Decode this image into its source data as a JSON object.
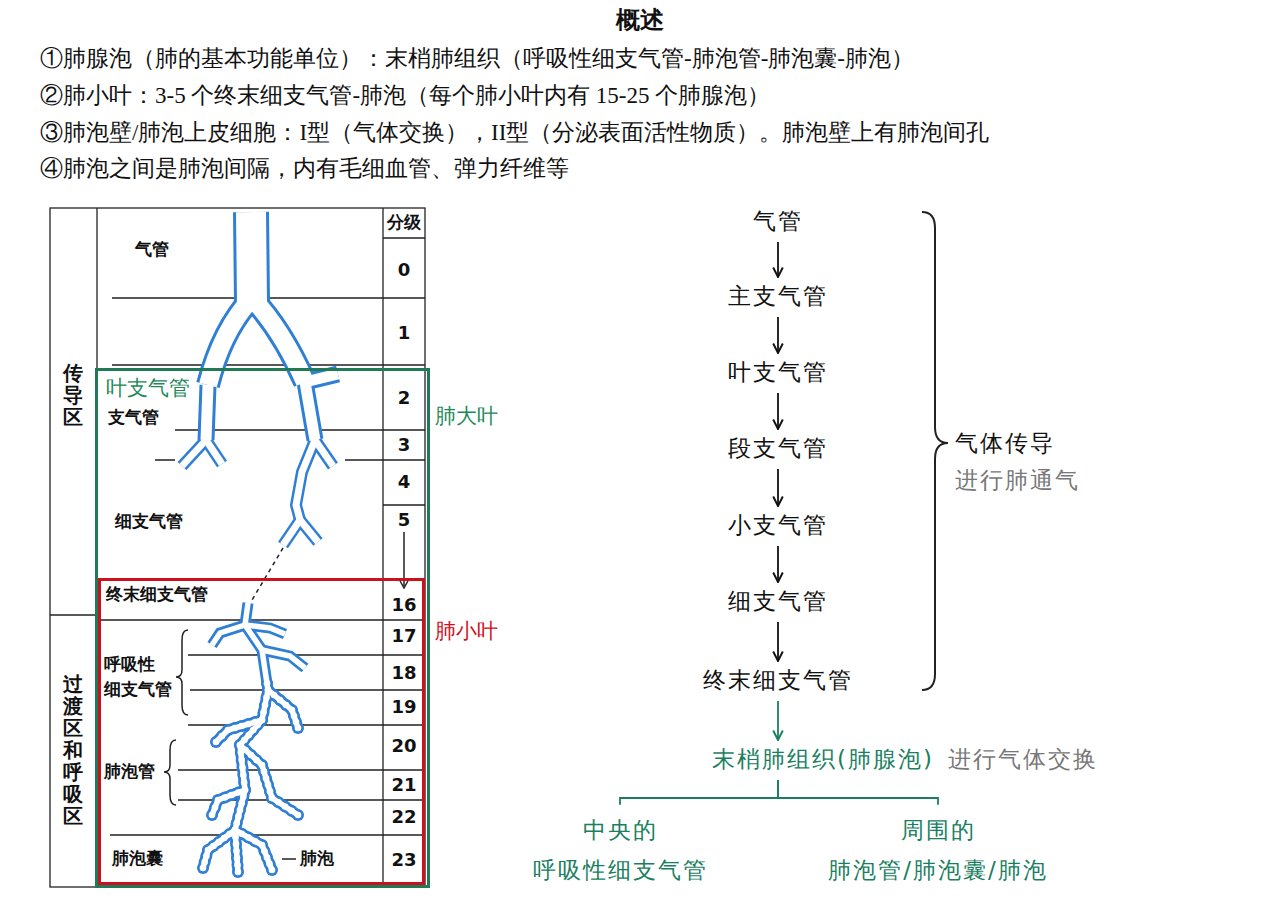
{
  "diagram": {
    "title": "概述",
    "nodes": [
      {
        "text": [
          "肺大叶"
        ]
      },
      {
        "text": [
          "肺小叶"
        ],
        "in": 0
      },
      {
        "text": [
          "气管"
        ]
      },
      {
        "text": [
          "主支气管"
        ]
      },
      {
        "text": [
          "叶支气管"
        ]
      },
      {
        "text": [
          "段支气管"
        ]
      },
      {
        "text": [
          "小支气管"
        ]
      },
      {
        "text": [
          "细支气管"
        ]
      },
      {
        "text": [
          "终末细支气管"
        ]
      },
      {
        "text": [
          "末梢肺组织(肺腺泡)",
          "进行气体交换"
        ]
      },
      {
        "text": [
          "中央的",
          "呼吸性细支气管"
        ]
      },
      {
        "text": [
          "周围的",
          "肺泡管/肺泡囊/肺泡"
        ]
      }
    ],
    "edges": [
      {
        "from": 2,
        "to": 3,
        "arrow": "to"
      },
      {
        "from": 3,
        "to": 4,
        "arrow": "to"
      },
      {
        "from": 4,
        "to": 5,
        "arrow": "to"
      },
      {
        "from": 5,
        "to": 6,
        "arrow": "to"
      },
      {
        "from": 6,
        "to": 7,
        "arrow": "to"
      },
      {
        "from": 7,
        "to": 8,
        "arrow": "to"
      },
      {
        "from": 8,
        "to": 9,
        "arrow": "to"
      },
      {
        "from": 9,
        "to": 10,
        "arrow": "none"
      },
      {
        "from": 9,
        "to": 11,
        "arrow": "none"
      }
    ],
    "labels": [
      "①肺腺泡（肺的基本功能单位）：末梢肺组织（呼吸性细支气管-肺泡管-肺泡囊-肺泡）",
      "②肺小叶：3-5 个终末细支气管-肺泡（每个肺小叶内有 15-25 个肺腺泡）",
      "③肺泡壁/肺泡上皮细胞：I型（气体交换），II型（分泌表面活性物质）。肺泡壁上有肺泡间孔",
      "④肺泡之间是肺泡间隔，内有毛细血管、弹力纤维等",
      "传导区",
      "过渡区和呼吸区",
      "分级",
      "0",
      "1",
      "2",
      "3",
      "4",
      "5",
      "16",
      "17",
      "18",
      "19",
      "20",
      "21",
      "22",
      "23",
      "气管",
      "叶支气管",
      "支气管",
      "细支气管",
      "终末细支气管",
      "呼吸性",
      "细支气管",
      "肺泡管",
      "肺泡囊",
      "肺泡",
      "气体传导",
      "进行肺通气"
    ]
  }
}
